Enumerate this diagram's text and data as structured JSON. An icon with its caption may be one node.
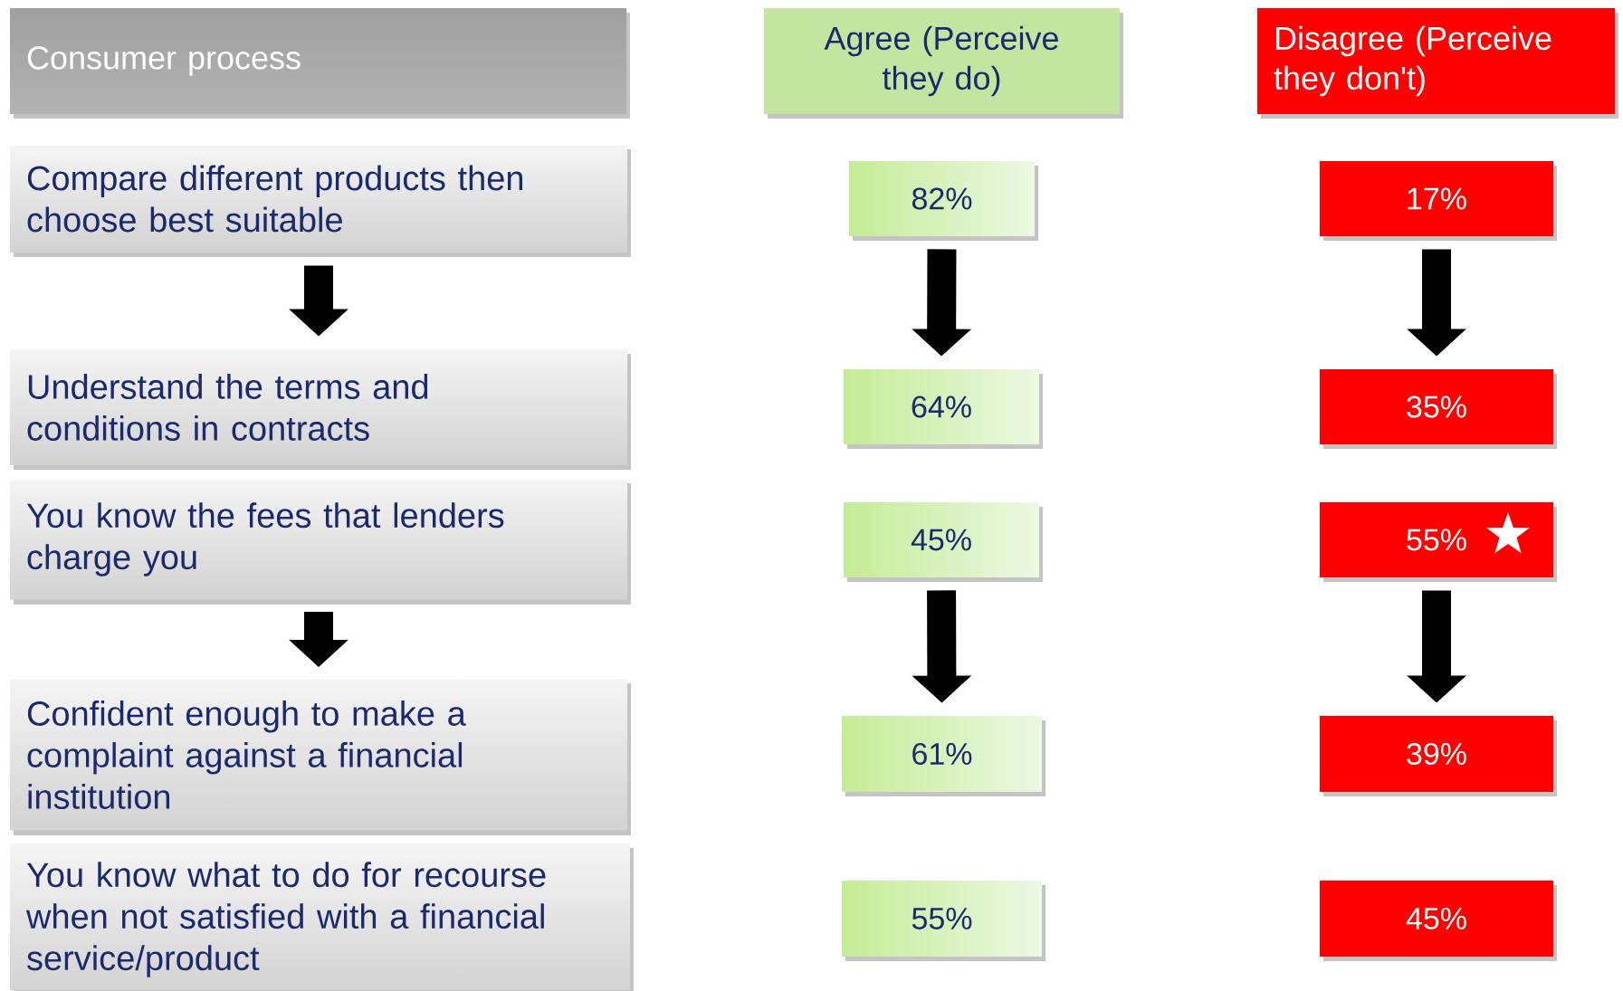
{
  "diagram": {
    "nodes": [
      {
        "text": [
          "Consumer process"
        ]
      },
      {
        "text": [
          "Agree (Perceive they do)"
        ]
      },
      {
        "text": [
          "Disagree (Perceive they don't)"
        ]
      },
      {
        "text": [
          "Compare different products then choose best suitable"
        ]
      },
      {
        "text": [
          "82%"
        ]
      },
      {
        "text": [
          "17%"
        ]
      },
      {
        "text": [
          "Understand the terms and conditions in contracts"
        ]
      },
      {
        "text": [
          "64%"
        ]
      },
      {
        "text": [
          "35%"
        ]
      },
      {
        "text": [
          "You know the fees that lenders charge you"
        ]
      },
      {
        "text": [
          "45%"
        ]
      },
      {
        "text": [
          "55%"
        ]
      },
      {
        "text": [
          "Confident enough to make a complaint against a financial institution"
        ]
      },
      {
        "text": [
          "61%"
        ]
      },
      {
        "text": [
          "39%"
        ]
      },
      {
        "text": [
          "You know what to do for recourse when not satisfied with a financial service/product"
        ]
      },
      {
        "text": [
          "55%"
        ]
      },
      {
        "text": [
          "45%"
        ]
      }
    ],
    "edges": [
      {
        "from": 3,
        "to": 6,
        "arrow": "to"
      },
      {
        "from": 4,
        "to": 7,
        "arrow": "to"
      },
      {
        "from": 5,
        "to": 8,
        "arrow": "to"
      },
      {
        "from": 9,
        "to": 12,
        "arrow": "to"
      },
      {
        "from": 10,
        "to": 13,
        "arrow": "to"
      },
      {
        "from": 11,
        "to": 14,
        "arrow": "to"
      }
    ]
  }
}
